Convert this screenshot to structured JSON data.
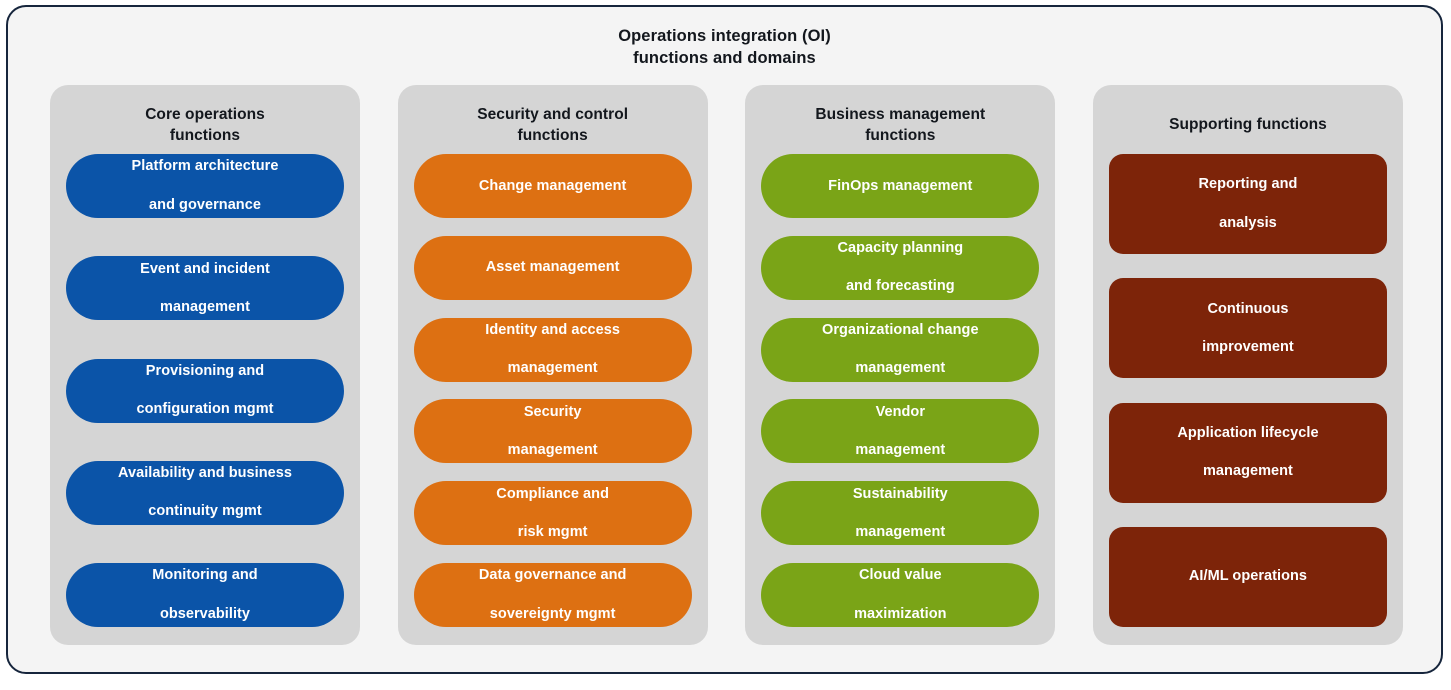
{
  "diagram": {
    "title_line1": "Operations integration (OI)",
    "title_line2": "functions and domains"
  },
  "colors": {
    "frame_border": "#16253c",
    "frame_background": "#f4f4f4",
    "panel_background": "#d5d5d5",
    "core_operations": "#0b54a8",
    "security_control": "#dd7012",
    "business_management": "#7aa417",
    "supporting": "#7d2409",
    "title_text": "#13171d",
    "pill_text": "#ffffff"
  },
  "columns": [
    {
      "id": "core-operations",
      "title_line1": "Core operations",
      "title_line2": "functions",
      "color": "#0b54a8",
      "items": [
        {
          "line1": "Platform architecture",
          "line2": "and governance"
        },
        {
          "line1": "Event and incident",
          "line2": "management"
        },
        {
          "line1": "Provisioning and",
          "line2": "configuration mgmt"
        },
        {
          "line1": "Availability and business",
          "line2": "continuity mgmt"
        },
        {
          "line1": "Monitoring and",
          "line2": "observability"
        }
      ]
    },
    {
      "id": "security-and-control",
      "title_line1": "Security and control",
      "title_line2": "functions",
      "color": "#dd7012",
      "items": [
        {
          "line1": "Change management",
          "line2": ""
        },
        {
          "line1": "Asset management",
          "line2": ""
        },
        {
          "line1": "Identity and access",
          "line2": "management"
        },
        {
          "line1": "Security",
          "line2": "management"
        },
        {
          "line1": "Compliance and",
          "line2": "risk mgmt"
        },
        {
          "line1": "Data governance and",
          "line2": "sovereignty mgmt"
        }
      ]
    },
    {
      "id": "business-management",
      "title_line1": "Business management",
      "title_line2": "functions",
      "color": "#7aa417",
      "items": [
        {
          "line1": "FinOps management",
          "line2": ""
        },
        {
          "line1": "Capacity planning",
          "line2": "and forecasting"
        },
        {
          "line1": "Organizational change",
          "line2": "management"
        },
        {
          "line1": "Vendor",
          "line2": "management"
        },
        {
          "line1": "Sustainability",
          "line2": "management"
        },
        {
          "line1": "Cloud value",
          "line2": "maximization"
        }
      ]
    },
    {
      "id": "supporting-functions",
      "title_line1": "Supporting functions",
      "title_line2": "",
      "color": "#7d2409",
      "items": [
        {
          "line1": "Reporting and",
          "line2": "analysis"
        },
        {
          "line1": "Continuous",
          "line2": "improvement"
        },
        {
          "line1": "Application lifecycle",
          "line2": "management"
        },
        {
          "line1": "AI/ML operations",
          "line2": ""
        }
      ]
    }
  ]
}
